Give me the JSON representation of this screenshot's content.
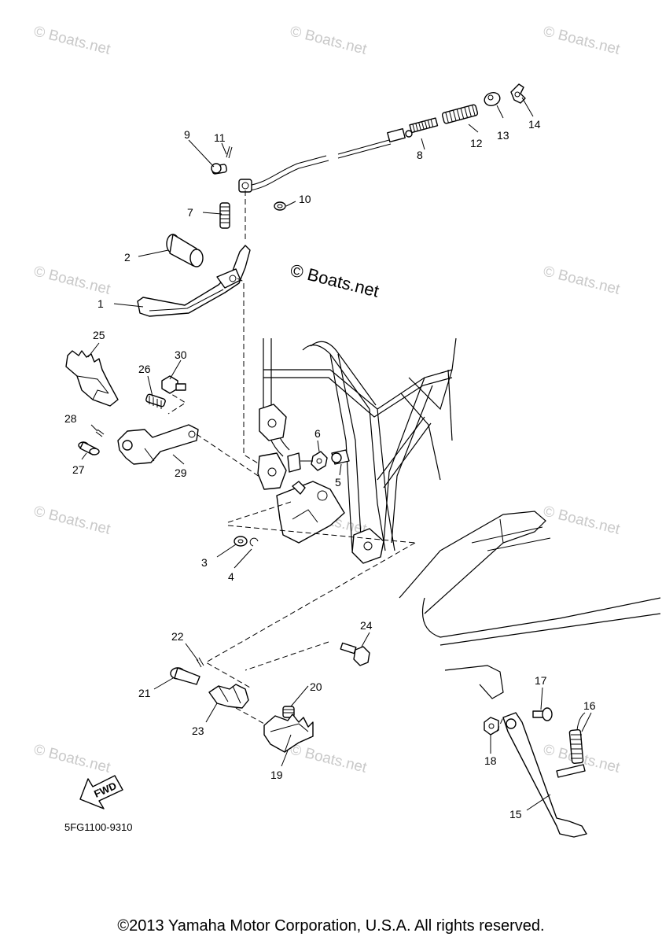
{
  "watermark_text": "© Boats.net",
  "center_watermark_text": "© Boats.net",
  "diagram_code": "5FG1100-9310",
  "fwd_label": "FWD",
  "copyright": "©2013 Yamaha Motor Corporation, U.S.A. All rights reserved.",
  "callouts": [
    "1",
    "2",
    "3",
    "4",
    "5",
    "6",
    "7",
    "8",
    "9",
    "10",
    "11",
    "12",
    "13",
    "14",
    "15",
    "16",
    "17",
    "18",
    "19",
    "20",
    "21",
    "22",
    "23",
    "24",
    "25",
    "26",
    "27",
    "28",
    "29",
    "30"
  ]
}
